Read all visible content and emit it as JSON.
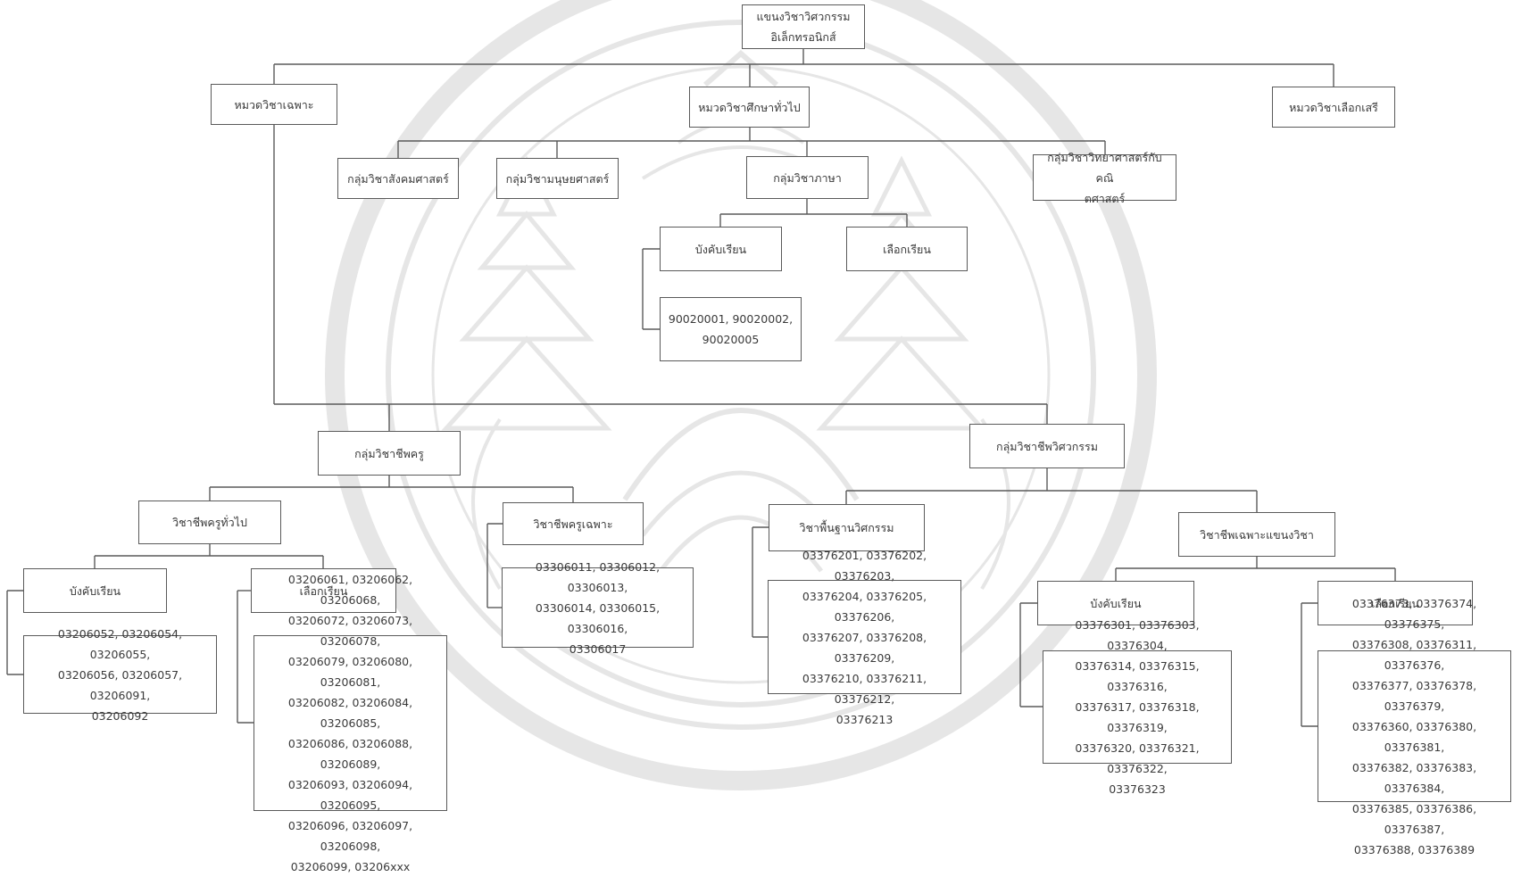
{
  "diagram": {
    "root": "แขนงวิชาวิศวกรรม\nอิเล็กทรอนิกส์",
    "cat_specific": "หมวดวิชาเฉพาะ",
    "cat_general": "หมวดวิชาศึกษาทั่วไป",
    "cat_free": "หมวดวิชาเลือกเสรี",
    "grp_social": "กลุ่มวิชาสังคมศาสตร์",
    "grp_humanities": "กลุ่มวิชามนุษยศาสตร์",
    "grp_language": "กลุ่มวิชาภาษา",
    "grp_science": "กลุ่มวิชาวิทยาศาสตร์กับคณิ\nตศาสตร์",
    "lang_required": "บังคับเรียน",
    "lang_elective": "เลือกเรียน",
    "lang_required_codes": "90020001, 90020002,\n90020005",
    "grp_teacher": "กลุ่มวิชาชีพครู",
    "grp_engineer": "กลุ่มวิชาชีพวิศวกรรม",
    "teach_general": "วิชาชีพครูทั่วไป",
    "teach_specific": "วิชาชีพครูเฉพาะ",
    "eng_basic": "วิชาพื้นฐานวิศกรรม",
    "eng_major": "วิชาชีพเฉพาะแขนงวิชา",
    "tg_required": "บังคับเรียน",
    "tg_elective": "เลือกเรียน",
    "tg_required_codes": "03206052, 03206054, 03206055,\n03206056, 03206057, 03206091,\n03206092",
    "tg_elective_codes": "03206061, 03206062, 03206068,\n03206072, 03206073, 03206078,\n03206079, 03206080, 03206081,\n03206082, 03206084, 03206085,\n03206086, 03206088, 03206089,\n03206093, 03206094, 03206095,\n03206096, 03206097, 03206098,\n03206099, 03206xxx",
    "ts_codes": "03306011, 03306012, 03306013,\n03306014, 03306015, 03306016,\n03306017",
    "eb_codes": "03376201, 03376202, 03376203,\n03376204, 03376205, 03376206,\n03376207, 03376208, 03376209,\n03376210, 03376211, 03376212,\n03376213",
    "em_required": "บังคับเรียน",
    "em_elective": "เลือกเรียน",
    "em_required_codes": "03376301, 03376303, 03376304,\n03376314, 03376315, 03376316,\n03376317, 03376318, 03376319,\n03376320, 03376321, 03376322,\n03376323",
    "em_elective_codes": "03376373, 03376374, 03376375,\n03376308, 03376311, 03376376,\n03376377, 03376378, 03376379,\n03376360, 03376380, 03376381,\n03376382, 03376383, 03376384,\n03376385, 03376386, 03376387,\n03376388, 03376389"
  },
  "colors": {
    "line": "#5a5a5a",
    "box_border": "#5a5a5a",
    "text": "#3a3a3a",
    "watermark": "#e7e7e7"
  }
}
